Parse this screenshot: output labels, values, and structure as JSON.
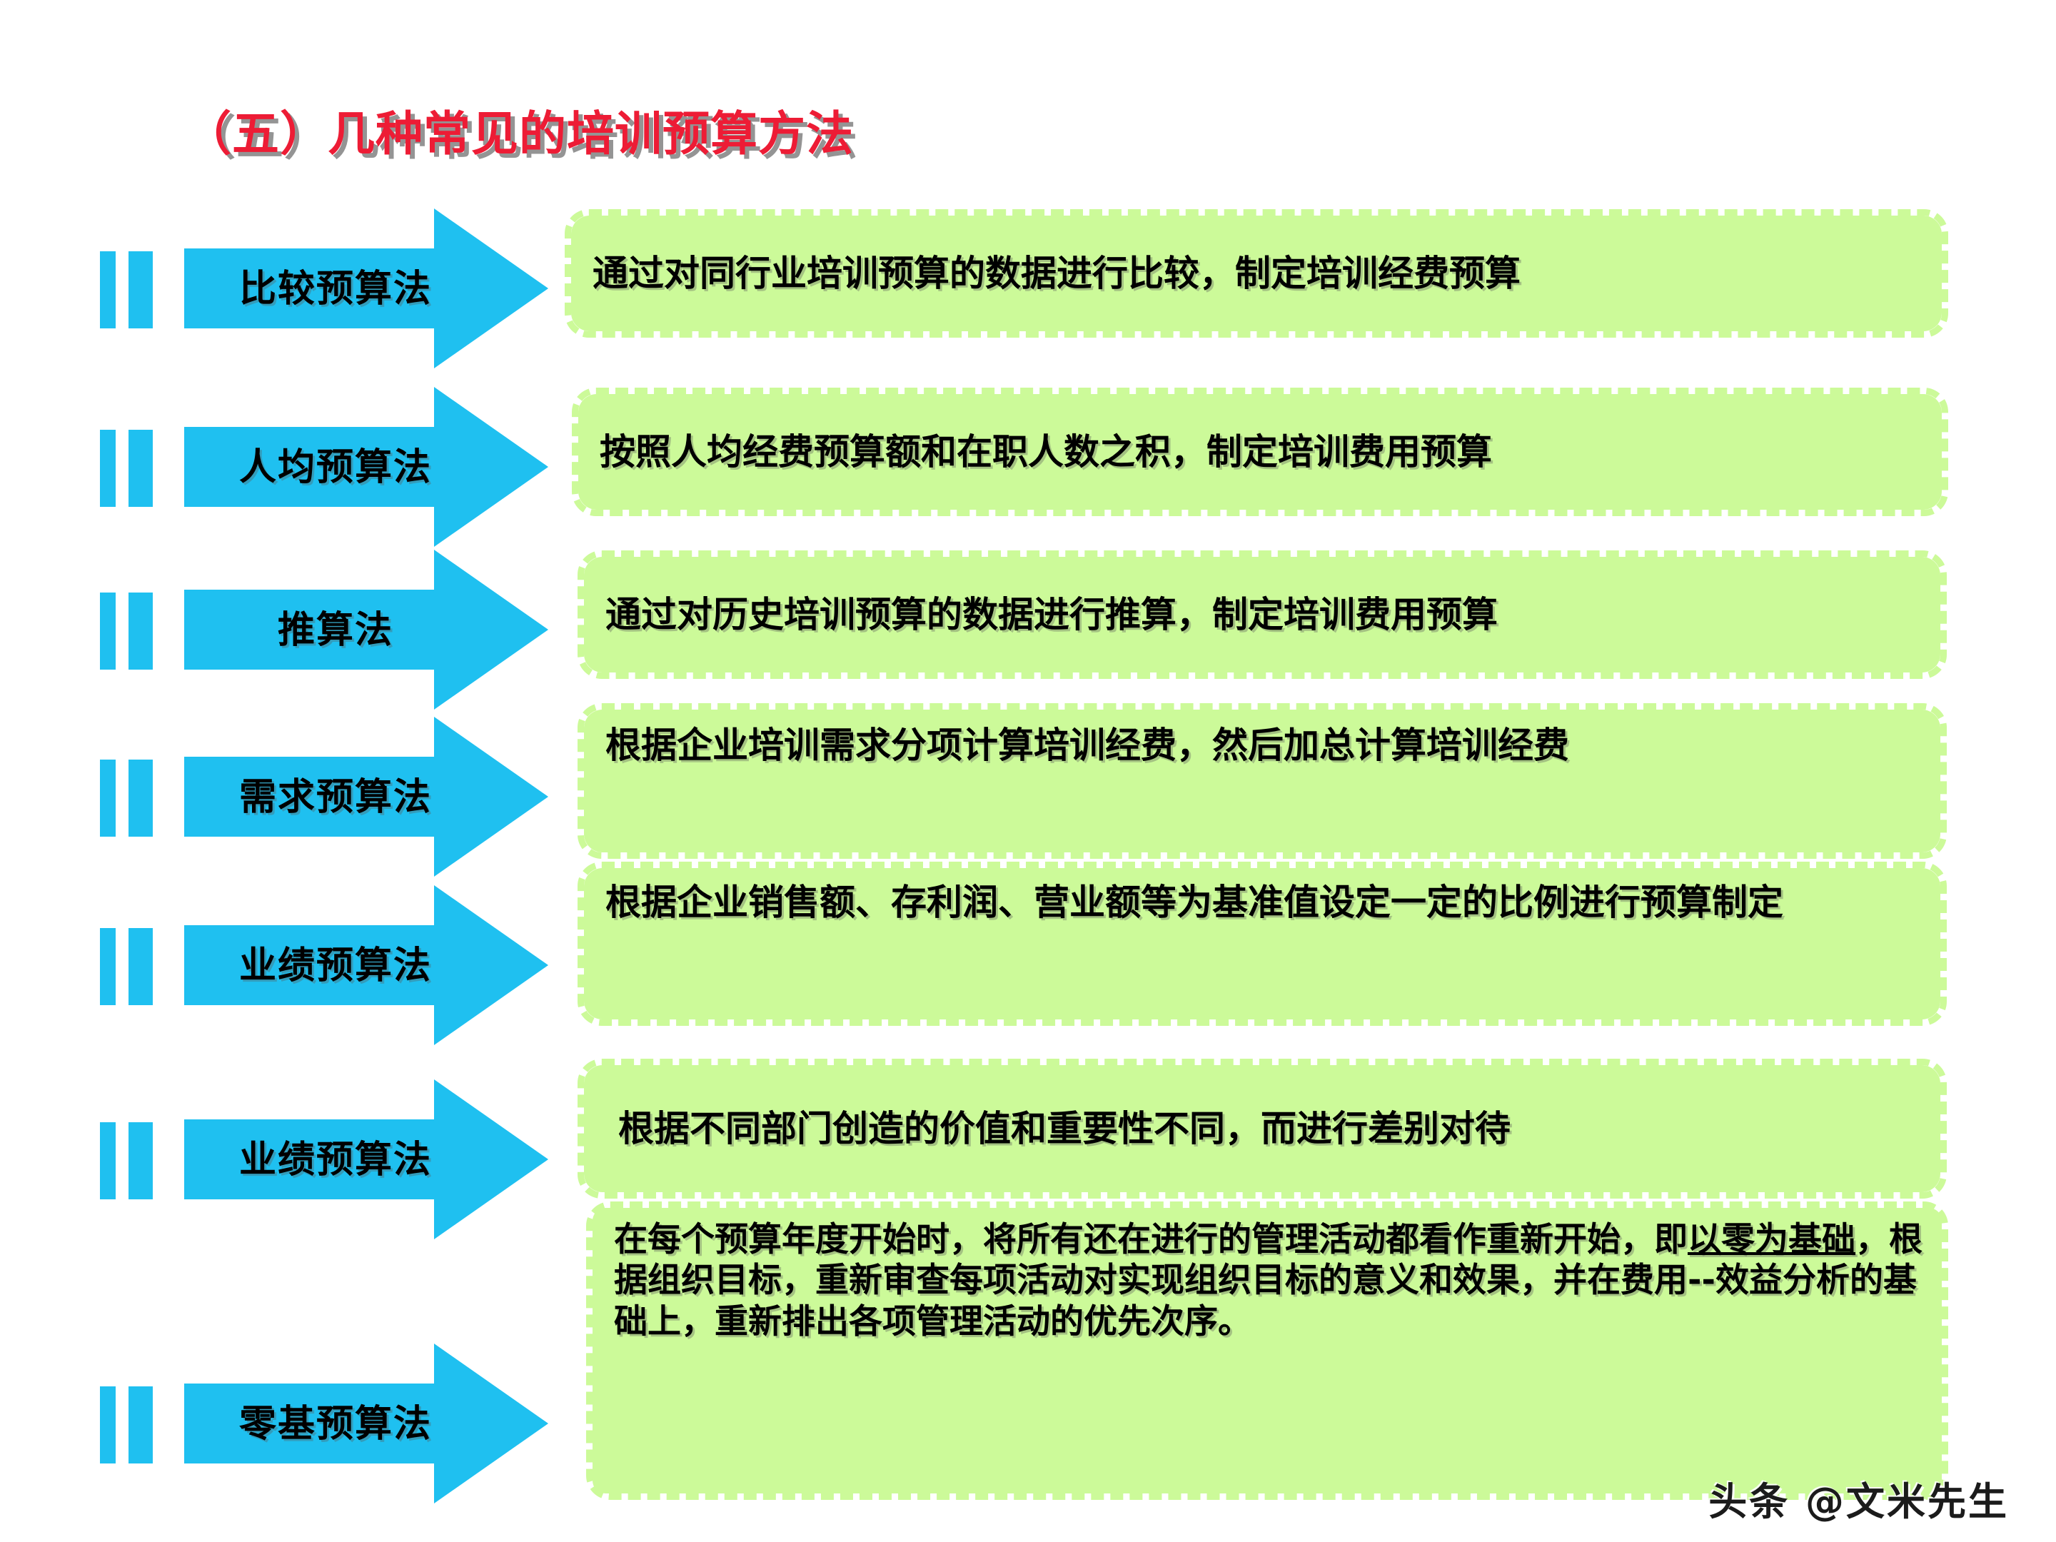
{
  "title": "（五）几种常见的培训预算方法",
  "colors": {
    "title_red": "#ED1C35",
    "arrow_cyan": "#1FC0F0",
    "note_green": "#CCFA99",
    "text_black": "#000000",
    "background": "#FFFFFF"
  },
  "watermark": "头条 @文米先生",
  "rows": [
    {
      "label": "比较预算法",
      "description": "通过对同行业培训预算的数据进行比较，制定培训经费预算"
    },
    {
      "label": "人均预算法",
      "description": "按照人均经费预算额和在职人数之积，制定培训费用预算"
    },
    {
      "label": "推算法",
      "description": "通过对历史培训预算的数据进行推算，制定培训费用预算"
    },
    {
      "label": "需求预算法",
      "description": "根据企业培训需求分项计算培训经费，然后加总计算培训经费"
    },
    {
      "label": "业绩预算法",
      "description": "根据企业销售额、存利润、营业额等为基准值设定一定的比例进行预算制定"
    },
    {
      "label": "业绩预算法",
      "description": "根据不同部门创造的价值和重要性不同，而进行差别对待"
    },
    {
      "label": "零基预算法",
      "description_part1": "在每个预算年度开始时，将所有还在进行的管理活动都看作重新开始，即",
      "description_underline": "以零为基础",
      "description_part2": "，根据组织目标，重新审查每项活动对实现组织目标的意义和效果，并在费用--效益分析的基础上，重新排出各项管理活动的优先次序。"
    }
  ]
}
